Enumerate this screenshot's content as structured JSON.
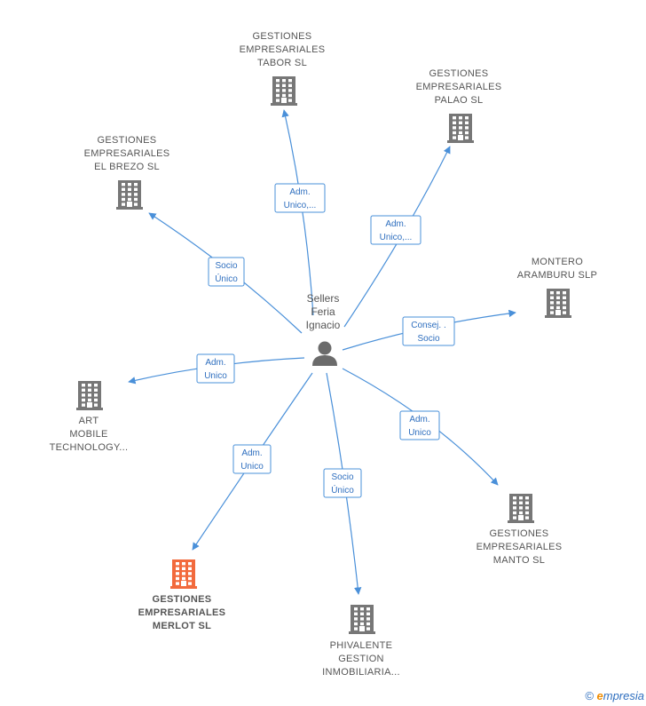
{
  "center": {
    "lines": [
      "Sellers",
      "Feria",
      "Ignacio"
    ]
  },
  "nodes": [
    {
      "id": "tabor",
      "lines": [
        "GESTIONES",
        "EMPRESARIALES",
        "TABOR  SL"
      ],
      "highlight": false
    },
    {
      "id": "palao",
      "lines": [
        "GESTIONES",
        "EMPRESARIALES",
        "PALAO  SL"
      ],
      "highlight": false
    },
    {
      "id": "elbrezo",
      "lines": [
        "GESTIONES",
        "EMPRESARIALES",
        "EL BREZO  SL"
      ],
      "highlight": false
    },
    {
      "id": "montero",
      "lines": [
        "MONTERO",
        "ARAMBURU  SLP"
      ],
      "highlight": false
    },
    {
      "id": "art",
      "lines": [
        "ART",
        "MOBILE",
        "TECHNOLOGY..."
      ],
      "highlight": false
    },
    {
      "id": "manto",
      "lines": [
        "GESTIONES",
        "EMPRESARIALES",
        "MANTO  SL"
      ],
      "highlight": false
    },
    {
      "id": "merlot",
      "lines": [
        "GESTIONES",
        "EMPRESARIALES",
        "MERLOT  SL"
      ],
      "highlight": true
    },
    {
      "id": "phivalente",
      "lines": [
        "PHIVALENTE",
        "GESTION",
        "INMOBILIARIA..."
      ],
      "highlight": false
    }
  ],
  "edges": [
    {
      "to": "tabor",
      "label": [
        "Adm.",
        "Unico,..."
      ]
    },
    {
      "to": "palao",
      "label": [
        "Adm.",
        "Unico,..."
      ]
    },
    {
      "to": "elbrezo",
      "label": [
        "Socio",
        "Único"
      ]
    },
    {
      "to": "montero",
      "label": [
        "Consej. .",
        "Socio"
      ]
    },
    {
      "to": "art",
      "label": [
        "Adm.",
        "Unico"
      ]
    },
    {
      "to": "manto",
      "label": [
        "Adm.",
        "Unico"
      ]
    },
    {
      "to": "merlot",
      "label": [
        "Adm.",
        "Unico"
      ]
    },
    {
      "to": "phivalente",
      "label": [
        "Socio",
        "Único"
      ]
    }
  ],
  "colors": {
    "edge": "#4a90d9",
    "building": "#777777",
    "building_highlight": "#f26a3d",
    "person": "#6b6b6b"
  },
  "footer": {
    "copyright": "©",
    "brand_first": "e",
    "brand_rest": "mpresia"
  }
}
